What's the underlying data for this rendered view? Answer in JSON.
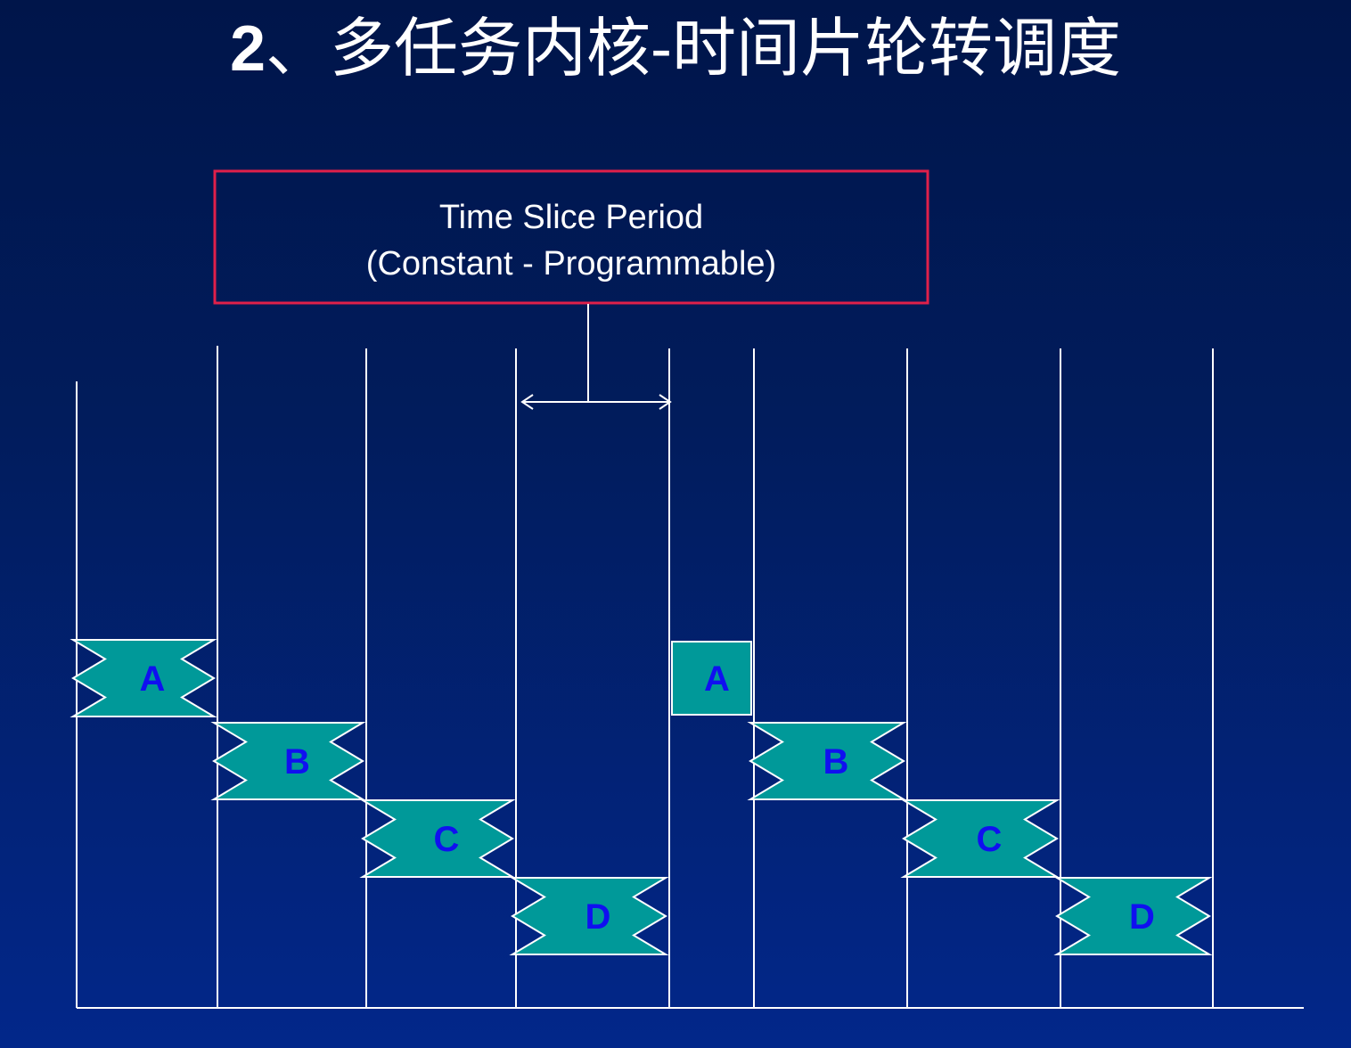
{
  "title": {
    "number": "2",
    "text": "、多任务内核-时间片轮转调度"
  },
  "callout": {
    "line1": "Time Slice Period",
    "line2": "(Constant - Programmable)"
  },
  "colors": {
    "background_top": "#00154a",
    "background_bottom": "#02278a",
    "callout_border": "#e0204a",
    "task_fill": "#009999",
    "task_label": "#1010f0",
    "lines": "#ffffff"
  },
  "timeline": {
    "tasks": [
      {
        "label": "A",
        "lane": 0,
        "slot": 0,
        "shape": "ribbon"
      },
      {
        "label": "B",
        "lane": 1,
        "slot": 1,
        "shape": "ribbon"
      },
      {
        "label": "C",
        "lane": 2,
        "slot": 2,
        "shape": "ribbon"
      },
      {
        "label": "D",
        "lane": 3,
        "slot": 3,
        "shape": "ribbon"
      },
      {
        "label": "A",
        "lane": 0,
        "slot": 4,
        "shape": "rect"
      },
      {
        "label": "B",
        "lane": 1,
        "slot": 5,
        "shape": "ribbon"
      },
      {
        "label": "C",
        "lane": 2,
        "slot": 6,
        "shape": "ribbon"
      },
      {
        "label": "D",
        "lane": 3,
        "slot": 7,
        "shape": "ribbon"
      }
    ]
  }
}
